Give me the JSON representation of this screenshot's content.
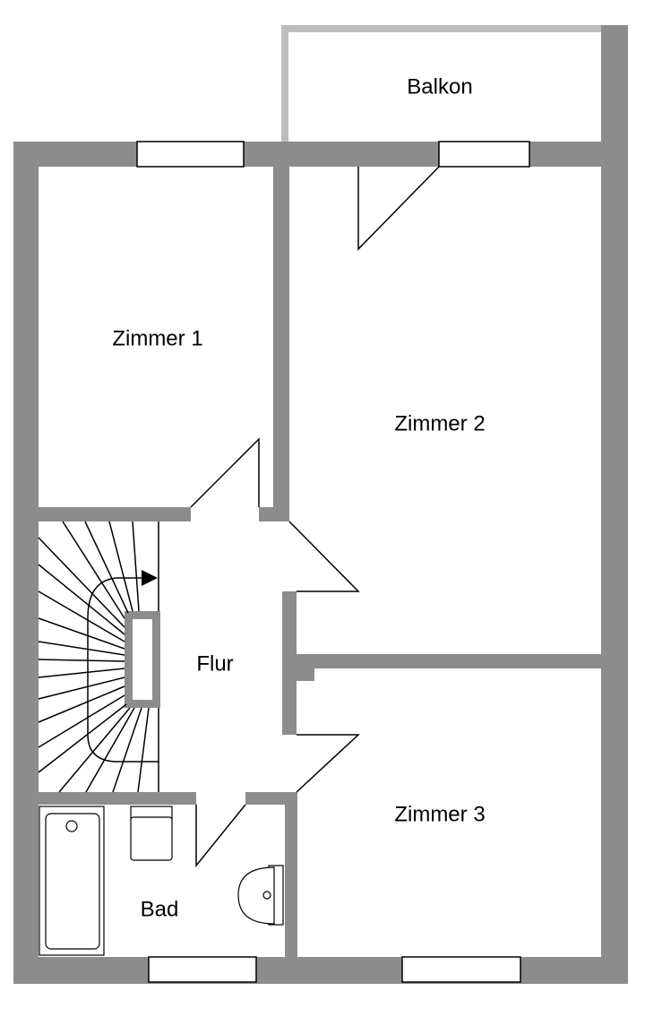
{
  "floorplan": {
    "rooms": {
      "balkon": "Balkon",
      "zimmer1": "Zimmer 1",
      "zimmer2": "Zimmer 2",
      "zimmer3": "Zimmer 3",
      "flur": "Flur",
      "bad": "Bad"
    },
    "colors": {
      "wall": "#8c8c8c",
      "balcony_railing": "#bdbdbd",
      "background": "#ffffff",
      "lines": "#000000"
    }
  }
}
